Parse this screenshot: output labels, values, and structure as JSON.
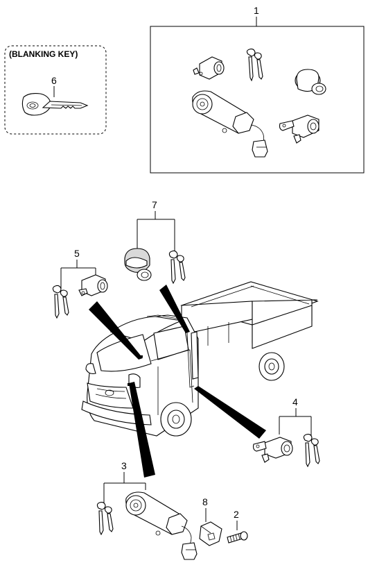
{
  "blanking_key_caption": "(BLANKING KEY)",
  "callouts": {
    "c1": "1",
    "c2": "2",
    "c3": "3",
    "c4": "4",
    "c5": "5",
    "c6": "6",
    "c7": "7",
    "c8": "8"
  },
  "icons": [
    "key-icon",
    "lock-cylinder-icon",
    "fuel-cap-icon",
    "ignition-switch-icon",
    "truck-icon"
  ]
}
